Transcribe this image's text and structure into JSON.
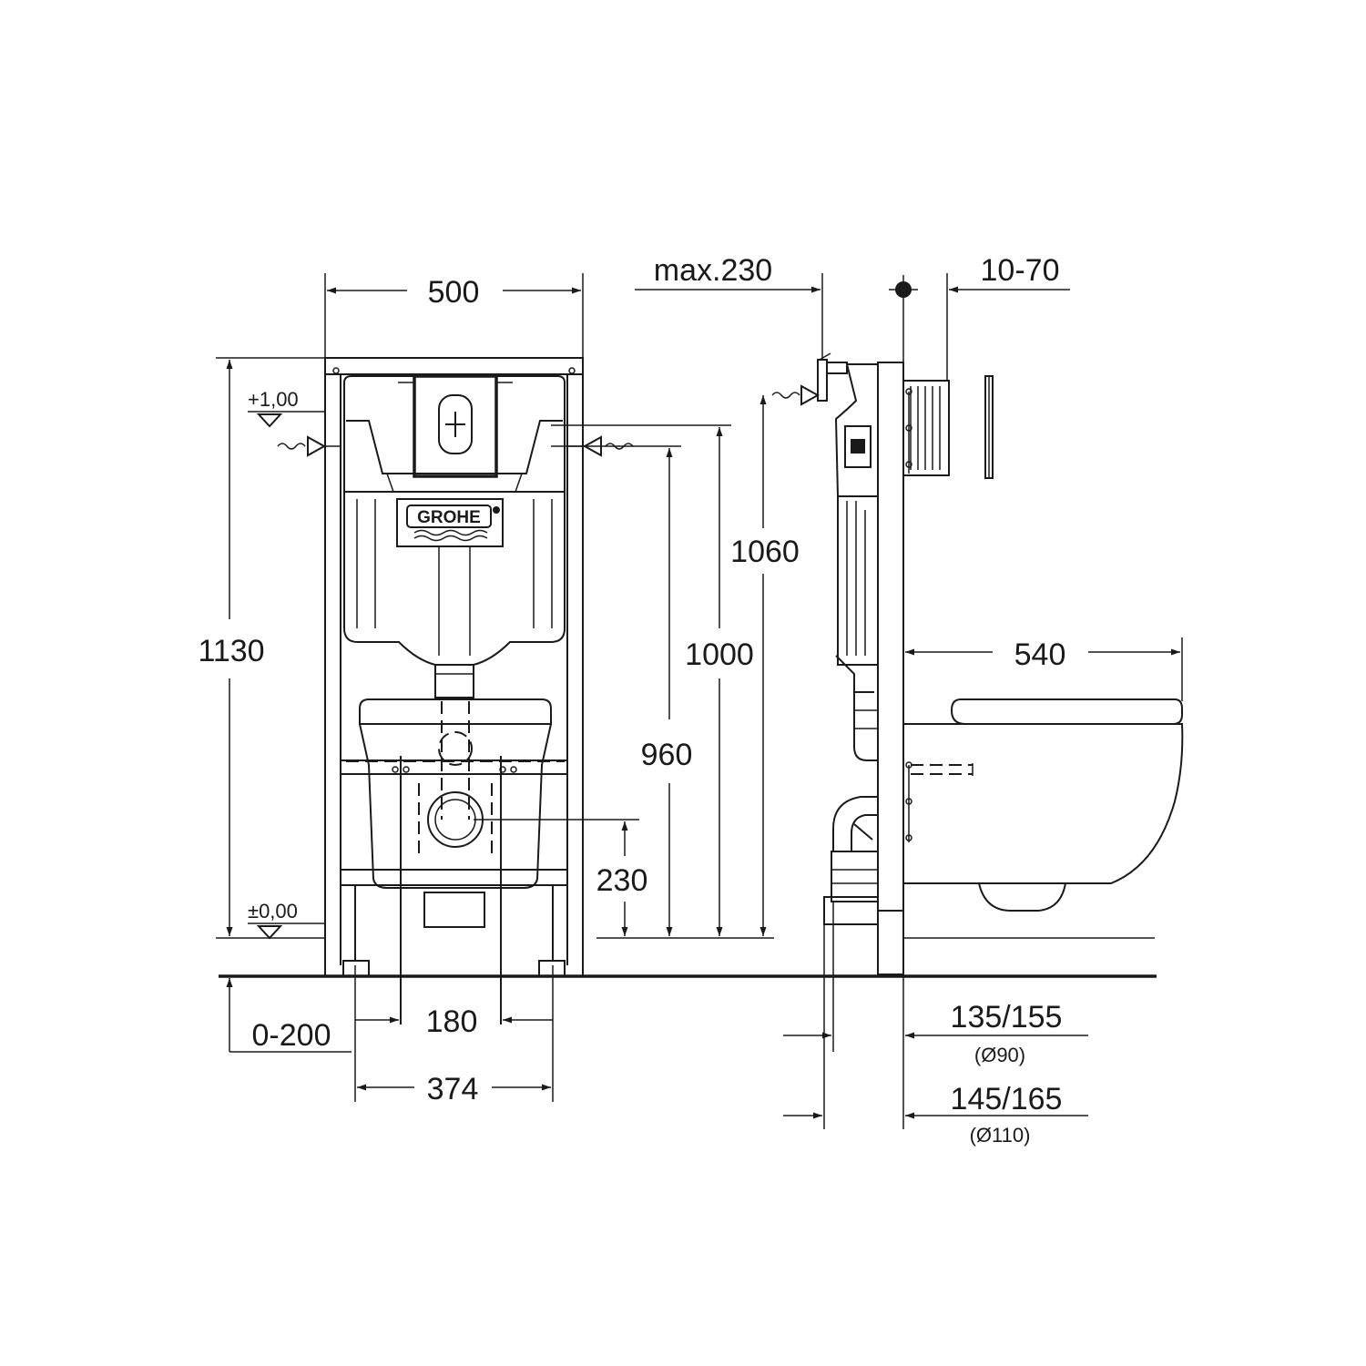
{
  "logo_text": "GROHE",
  "front_view": {
    "width_label": "500",
    "height_label": "1130",
    "level_top": "+1,00",
    "level_bottom": "±0,00",
    "floor_adjust_label": "0-200",
    "stud_spacing_label": "180",
    "foot_spacing_label": "374",
    "h_960_label": "960",
    "h_1000_label": "1000",
    "h_1060_label": "1060",
    "outlet_height_label": "230"
  },
  "side_view": {
    "max_depth_label": "max.230",
    "wall_range_label": "10-70",
    "bowl_depth_label": "540",
    "outlet_90_label": "135/155",
    "outlet_90_sub": "(Ø90)",
    "outlet_110_label": "145/165",
    "outlet_110_sub": "(Ø110)"
  },
  "colors": {
    "line": "#1a1a1a",
    "background": "#ffffff"
  }
}
